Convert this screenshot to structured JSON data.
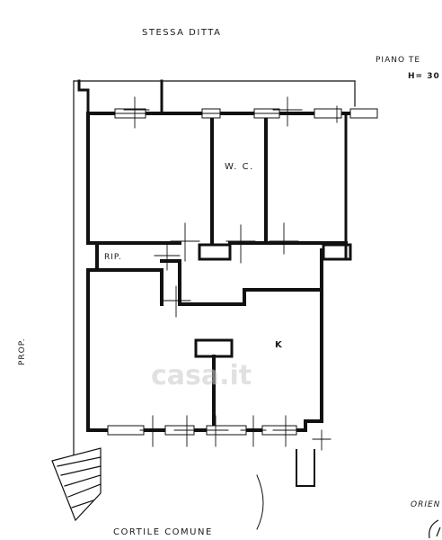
{
  "labels": {
    "top_neighbor": "STESSA   DITTA",
    "floor_label": "PIANO   TE",
    "height_label": "H= 30",
    "left_side": "PROP.",
    "bottom_court": "CORTILE   COMUNE",
    "orientation": "ORIEN"
  },
  "rooms": {
    "wc": "W. C.",
    "storage": "RIP.",
    "kitchen": "K"
  },
  "watermark": "casa.it"
}
